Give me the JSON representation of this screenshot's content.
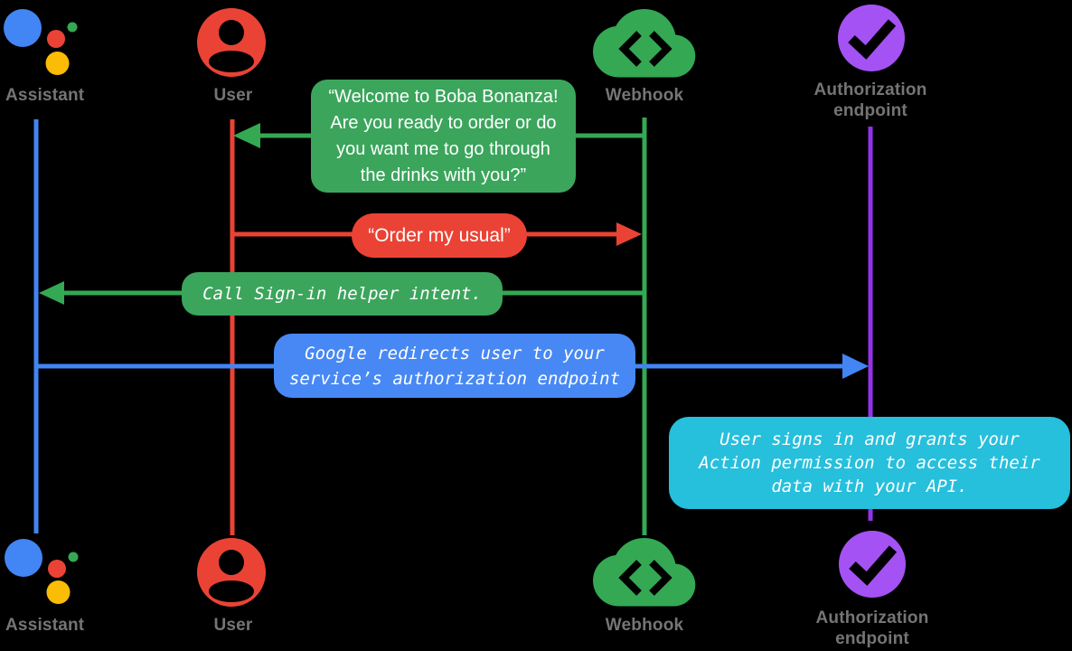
{
  "diagram": {
    "kind": "sequence-diagram",
    "topic": "Account linking sign-in flow (Boba Bonanza)",
    "colors": {
      "assistant_blue": "#4285F4",
      "user_red": "#EA4335",
      "webhook_green": "#34A853",
      "assistant_yellow": "#FBBC05",
      "auth_purple_icon": "#A452F4",
      "auth_purple_line": "#9333E8",
      "note_cyan": "#26BFDC",
      "speech_green": "#3BA55C",
      "redirect_blue": "#4788F4",
      "label_gray": "#757575",
      "bubble_text": "#FFFFFF"
    },
    "actors": [
      {
        "id": "assistant",
        "label": "Assistant",
        "icon": "google-assistant-logo"
      },
      {
        "id": "user",
        "label": "User",
        "icon": "person"
      },
      {
        "id": "webhook",
        "label": "Webhook",
        "icon": "cloud-code"
      },
      {
        "id": "auth",
        "label_lines": [
          "Authorization",
          "endpoint"
        ],
        "label": "Authorization endpoint",
        "icon": "circle-check"
      }
    ],
    "messages": [
      {
        "id": "welcome",
        "from": "webhook",
        "to": "user",
        "style": "speech",
        "lines": [
          "“Welcome to Boba Bonanza!",
          "Are you ready to order or do",
          "you want me to go through",
          "the drinks with you?”"
        ]
      },
      {
        "id": "order",
        "from": "user",
        "to": "webhook",
        "style": "speech",
        "lines": [
          "“Order my usual”"
        ]
      },
      {
        "id": "signin",
        "from": "webhook",
        "to": "assistant",
        "style": "code",
        "lines": [
          "Call Sign-in helper intent."
        ]
      },
      {
        "id": "redirect",
        "from": "assistant",
        "to": "auth",
        "style": "code",
        "lines": [
          "Google redirects user to your",
          "service’s authorization endpoint"
        ]
      }
    ],
    "note": {
      "id": "signs-in",
      "over": "auth",
      "style": "code",
      "lines": [
        "User signs in and grants your",
        "Action permission to access their",
        "data with your API."
      ]
    }
  }
}
